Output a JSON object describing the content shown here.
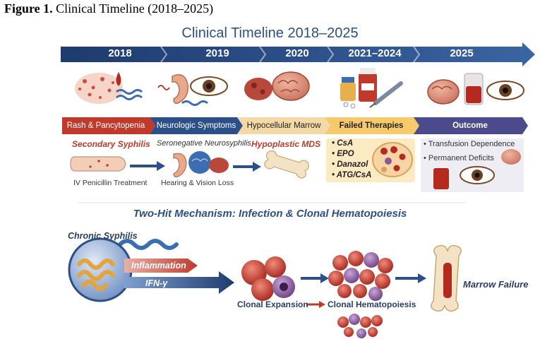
{
  "caption": {
    "label": "Figure 1.",
    "text": "Clinical Timeline (2018–2025)"
  },
  "title": "Clinical Timeline 2018–2025",
  "years": [
    "2018",
    "2019",
    "2020",
    "2021–2024",
    "2025"
  ],
  "phases": [
    {
      "label": "Rash & Pancytopenia",
      "color": "#c0392b"
    },
    {
      "label": "Neurologic Symptoms",
      "color": "#2b4f86"
    },
    {
      "label": "Hypocellular Marrow",
      "color": "#f3d9a6"
    },
    {
      "label": "Failed Therapies",
      "color": "#f6c96b"
    },
    {
      "label": "Outcome",
      "color": "#4b4a8c"
    }
  ],
  "details": {
    "p1_title": "Secondary Syphilis",
    "p1_caption": "IV Penicillin Treatment",
    "p2_title": "Seronegative Neurosyphilis",
    "p2_caption": "Hearing & Vision Loss",
    "p3_title": "Hypoplastic MDS",
    "therapies": [
      "CsA",
      "EPO",
      "Danazol",
      "ATG/CsA"
    ],
    "outcomes": [
      "Transfusion Dependence",
      "Permanent Deficits"
    ]
  },
  "mechanism": {
    "title": "Two-Hit Mechanism: Infection & Clonal Hematopoiesis",
    "chronic": "Chronic Syphilis",
    "inflammation": "Inflammation",
    "ifn": "IFN-γ",
    "clonal_expansion": "Clonal Expansion",
    "clonal_hematopoiesis": "Clonal Hematopoiesis",
    "marrow_failure": "Marrow Failure"
  },
  "colors": {
    "navy": "#2b4f86",
    "red": "#c0392b",
    "gold": "#f6c96b",
    "purple": "#4b4a8c"
  }
}
